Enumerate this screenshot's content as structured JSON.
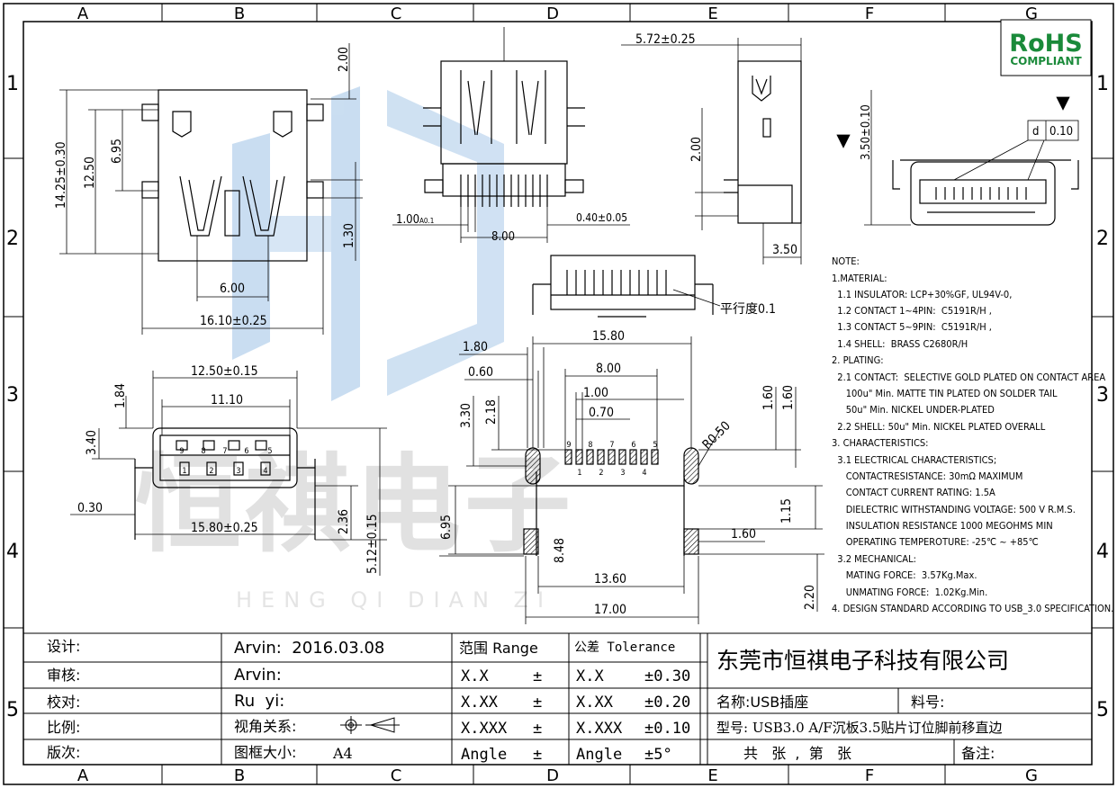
{
  "frame": {
    "col_labels": [
      "A",
      "B",
      "C",
      "D",
      "E",
      "F",
      "G"
    ],
    "row_labels": [
      "1",
      "2",
      "3",
      "4",
      "5"
    ]
  },
  "rohs": {
    "line1": "RoHS",
    "line2": "COMPLIANT",
    "color": "#1a8a3a"
  },
  "watermark": {
    "text": "恒祺电子",
    "pinyin": "HENG QI DIAN ZI",
    "logo_color": "#9ec3e6"
  },
  "views": {
    "top": {
      "dims": [
        "14.25±0.30",
        "12.50",
        "6.95",
        "2.00",
        "1.30",
        "6.00",
        "16.10±0.25"
      ]
    },
    "front_top": {
      "dims": [
        "1.00",
        "8.00",
        "0.40±0.05"
      ],
      "dim_small_a": "A0.1",
      "dim_small_b": ""
    },
    "side": {
      "dims": [
        "5.72±0.25",
        "2.00",
        "3.50"
      ]
    },
    "right": {
      "dims": [
        "3.50±0.10",
        "0.10"
      ],
      "datum": "d"
    },
    "bottom_front": {
      "parallel": "平行度0.1"
    },
    "mouth": {
      "dims": [
        "12.50±0.15",
        "11.10",
        "1.84",
        "3.40",
        "0.30",
        "15.80±0.25",
        "2.36",
        "5.12±0.15"
      ],
      "pins_top": [
        "9",
        "8",
        "7",
        "6",
        "5"
      ],
      "pins_bottom": [
        "1",
        "2",
        "3",
        "4"
      ]
    },
    "footprint": {
      "dims": [
        "15.80",
        "1.80",
        "0.60",
        "8.00",
        "1.00",
        "0.70",
        "3.30",
        "2.18",
        "1.60",
        "1.60",
        "R0.50",
        "6.95",
        "1.15",
        "1.60",
        "8.48",
        "13.60",
        "17.00",
        "2.20"
      ],
      "pins_top": [
        "9",
        "8",
        "7",
        "6",
        "5"
      ],
      "pins_bottom": [
        "1",
        "2",
        "3",
        "4"
      ]
    }
  },
  "notes": {
    "title": "NOTE:",
    "lines": [
      "1.MATERIAL:",
      "  1.1 INSULATOR: LCP+30%GF, UL94V-0,",
      "  1.2 CONTACT 1~4PIN:  C5191R/H ,",
      "  1.3 CONTACT 5~9PIN:  C5191R/H ,",
      "  1.4 SHELL:  BRASS C2680R/H",
      "2. PLATING:",
      "  2.1 CONTACT:  SELECTIVE GOLD PLATED ON CONTACT AREA",
      "     100u\" Min. MATTE TIN PLATED ON SOLDER TAIL",
      "     50u\" Min. NICKEL UNDER-PLATED",
      "  2.2 SHELL: 50u\" Min. NICKEL PLATED OVERALL",
      "3. CHARACTERISTICS:",
      "  3.1 ELECTRICAL CHARACTERISTICS;",
      "     CONTACTRESISTANCE: 30mΩ MAXIMUM",
      "     CONTACT CURRENT RATING: 1.5A",
      "     DIELECTRIC WITHSTANDING VOLTAGE: 500 V R.M.S.",
      "     INSULATION RESISTANCE 1000 MEGOHMS MIN",
      "     OPERATING TEMPEROTURE: -25℃ ~ +85℃",
      "  3.2 MECHANICAL:",
      "     MATING FORCE:  3.57Kg.Max.",
      "     UNMATING FORCE:  1.02Kg.Min.",
      "4. DESIGN STANDARD ACCORDING TO USB_3.0 SPECIFICATION."
    ]
  },
  "title_block": {
    "design_label": "设计:",
    "design_value": "Arvin:  2016.03.08",
    "review_label": "审核:",
    "review_value": "Arvin:",
    "check_label": "校对:",
    "check_value": "Ru  yi:",
    "scale_label": "比例:",
    "scale_value": "视角关系:",
    "version_label": "版次:",
    "version_value": "图框大小:",
    "frame_size": "A4",
    "range_header": "范围 Range",
    "tol_header": "公差 Tolerance",
    "range_rows": [
      [
        "X.X",
        "±"
      ],
      [
        "X.XX",
        "±"
      ],
      [
        "X.XXX",
        "±"
      ],
      [
        "Angle",
        "±"
      ]
    ],
    "tol_rows": [
      [
        "X.X",
        "±0.30"
      ],
      [
        "X.XX",
        "±0.20"
      ],
      [
        "X.XXX",
        "±0.10"
      ],
      [
        "Angle",
        "±5°"
      ]
    ],
    "company": "东莞市恒祺电子科技有限公司",
    "name_label": "名称:USB插座",
    "partno_label": "料号:",
    "model_label": "型号: USB3.0 A/F沉板3.5贴片订位脚前移直边",
    "sheet_label": "共   张  ,  第   张",
    "remark_label": "备注:"
  }
}
